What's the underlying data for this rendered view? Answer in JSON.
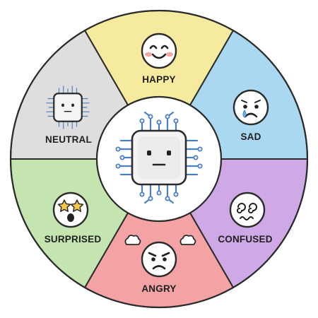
{
  "wheel": {
    "segments": [
      {
        "key": "happy",
        "label": "HAPPY",
        "color": "#f6ea9e"
      },
      {
        "key": "sad",
        "label": "SAD",
        "color": "#a9d8f0"
      },
      {
        "key": "confused",
        "label": "CONFUSED",
        "color": "#cfa9e6"
      },
      {
        "key": "angry",
        "label": "ANGRY",
        "color": "#f3a3a3"
      },
      {
        "key": "surprised",
        "label": "SURPRISED",
        "color": "#c4e4b0"
      },
      {
        "key": "neutral",
        "label": "NEUTRAL",
        "color": "#dedede"
      }
    ],
    "outline_color": "#2b2b2b",
    "chip_trace_color": "#4a7fc4",
    "face_color": "#ffffff",
    "cheek_color": "#f7a6a6",
    "tear_color": "#6fb6e6",
    "star_color": "#f5c84a"
  },
  "icons": {
    "center": "chip-neutral-face-icon",
    "happy": "smiling-face-icon",
    "sad": "crying-face-icon",
    "confused": "dizzy-face-icon",
    "angry": "angry-face-icon",
    "surprised": "star-struck-face-icon",
    "neutral": "chip-neutral-face-icon"
  }
}
